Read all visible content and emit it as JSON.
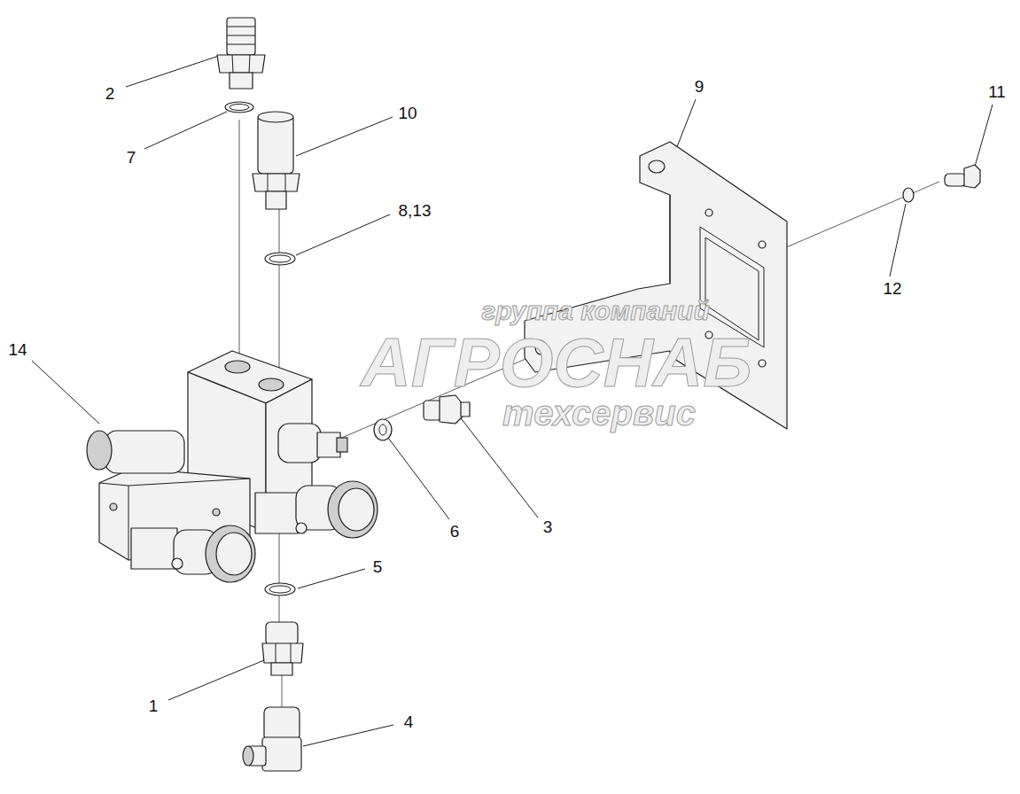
{
  "diagram": {
    "labels": [
      "2",
      "7",
      "10",
      "8,13",
      "9",
      "11",
      "12",
      "14",
      "6",
      "3",
      "5",
      "1",
      "4",
      "группа компаний",
      "АГРОСНАБ",
      "техсервис"
    ]
  }
}
